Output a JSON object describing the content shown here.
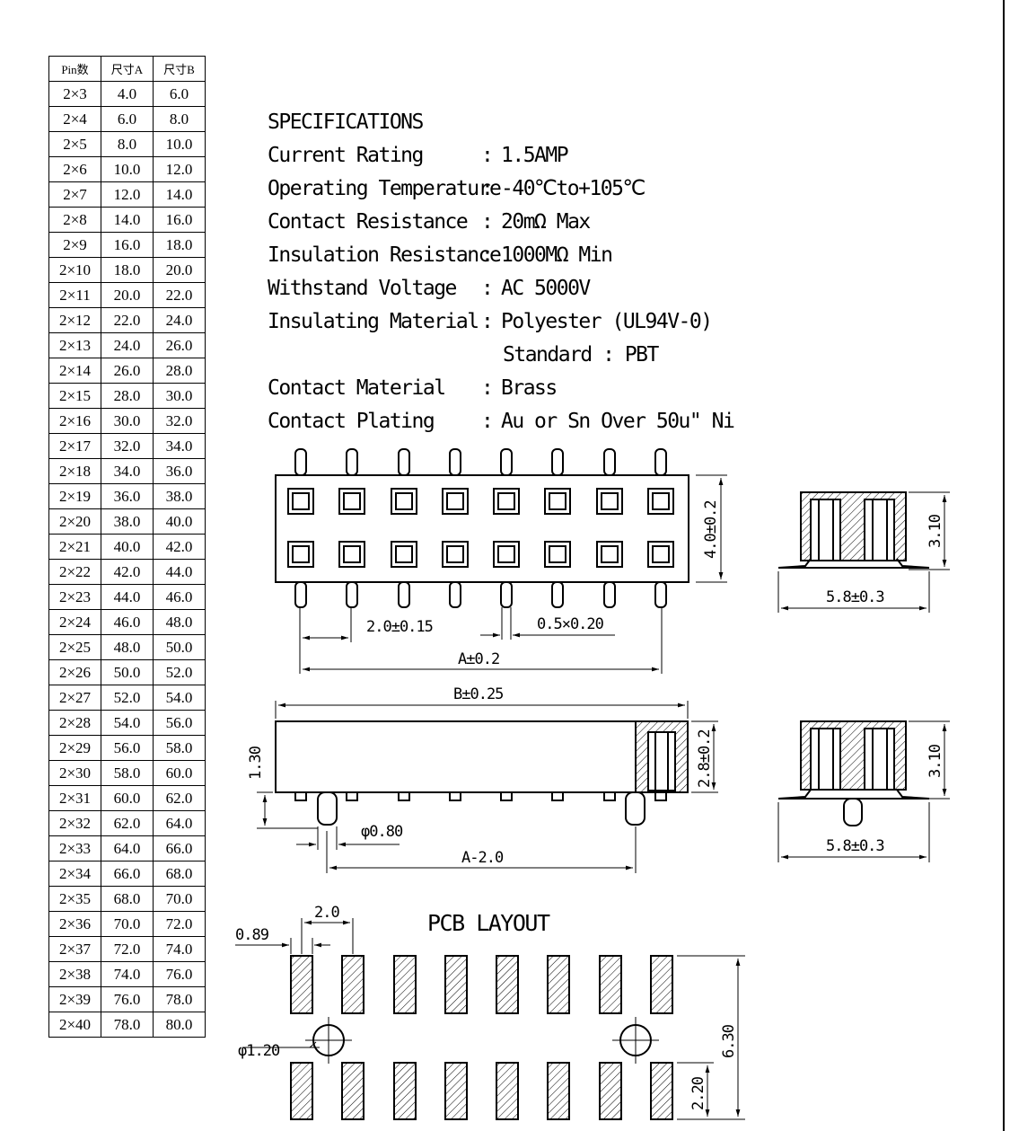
{
  "table": {
    "headers": [
      "Pin数",
      "尺寸A",
      "尺寸B"
    ],
    "rows": [
      [
        "2×3",
        "4.0",
        "6.0"
      ],
      [
        "2×4",
        "6.0",
        "8.0"
      ],
      [
        "2×5",
        "8.0",
        "10.0"
      ],
      [
        "2×6",
        "10.0",
        "12.0"
      ],
      [
        "2×7",
        "12.0",
        "14.0"
      ],
      [
        "2×8",
        "14.0",
        "16.0"
      ],
      [
        "2×9",
        "16.0",
        "18.0"
      ],
      [
        "2×10",
        "18.0",
        "20.0"
      ],
      [
        "2×11",
        "20.0",
        "22.0"
      ],
      [
        "2×12",
        "22.0",
        "24.0"
      ],
      [
        "2×13",
        "24.0",
        "26.0"
      ],
      [
        "2×14",
        "26.0",
        "28.0"
      ],
      [
        "2×15",
        "28.0",
        "30.0"
      ],
      [
        "2×16",
        "30.0",
        "32.0"
      ],
      [
        "2×17",
        "32.0",
        "34.0"
      ],
      [
        "2×18",
        "34.0",
        "36.0"
      ],
      [
        "2×19",
        "36.0",
        "38.0"
      ],
      [
        "2×20",
        "38.0",
        "40.0"
      ],
      [
        "2×21",
        "40.0",
        "42.0"
      ],
      [
        "2×22",
        "42.0",
        "44.0"
      ],
      [
        "2×23",
        "44.0",
        "46.0"
      ],
      [
        "2×24",
        "46.0",
        "48.0"
      ],
      [
        "2×25",
        "48.0",
        "50.0"
      ],
      [
        "2×26",
        "50.0",
        "52.0"
      ],
      [
        "2×27",
        "52.0",
        "54.0"
      ],
      [
        "2×28",
        "54.0",
        "56.0"
      ],
      [
        "2×29",
        "56.0",
        "58.0"
      ],
      [
        "2×30",
        "58.0",
        "60.0"
      ],
      [
        "2×31",
        "60.0",
        "62.0"
      ],
      [
        "2×32",
        "62.0",
        "64.0"
      ],
      [
        "2×33",
        "64.0",
        "66.0"
      ],
      [
        "2×34",
        "66.0",
        "68.0"
      ],
      [
        "2×35",
        "68.0",
        "70.0"
      ],
      [
        "2×36",
        "70.0",
        "72.0"
      ],
      [
        "2×37",
        "72.0",
        "74.0"
      ],
      [
        "2×38",
        "74.0",
        "76.0"
      ],
      [
        "2×39",
        "76.0",
        "78.0"
      ],
      [
        "2×40",
        "78.0",
        "80.0"
      ]
    ]
  },
  "specs": {
    "title": "SPECIFICATIONS",
    "items": [
      {
        "label": "Current Rating",
        "value": "1.5AMP"
      },
      {
        "label": "Operating Temperature",
        "value": "-40℃to+105℃"
      },
      {
        "label": "Contact Resistance",
        "value": "20mΩ Max"
      },
      {
        "label": "Insulation Resistance",
        "value": "1000MΩ Min"
      },
      {
        "label": "Withstand Voltage",
        "value": "AC 5000V"
      },
      {
        "label": "Insulating Material",
        "value": "Polyester (UL94V-0)"
      },
      {
        "label": "",
        "value": "Standard : PBT"
      },
      {
        "label": "Contact Material",
        "value": "Brass"
      },
      {
        "label": "Contact Plating",
        "value": "Au or Sn Over 50u\" Ni"
      }
    ]
  },
  "dims": {
    "pitch": "2.0±0.15",
    "pin_square": "0.5×0.20",
    "a_tol": "A±0.2",
    "height_top": "4.0±0.2",
    "side_width_1": "5.8±0.3",
    "side_height_1": "3.10",
    "b_tol": "B±0.25",
    "body_height": "2.8±0.2",
    "standoff": "1.30",
    "pin_dia": "φ0.80",
    "a_minus": "A-2.0",
    "side_width_2": "5.8±0.3",
    "side_height_2": "3.10",
    "pcb_title": "PCB LAYOUT",
    "pcb_pitch": "2.0",
    "pad_width": "0.89",
    "hole_dia": "φ1.20",
    "pcb_height": "6.30",
    "pad_length": "2.20"
  }
}
